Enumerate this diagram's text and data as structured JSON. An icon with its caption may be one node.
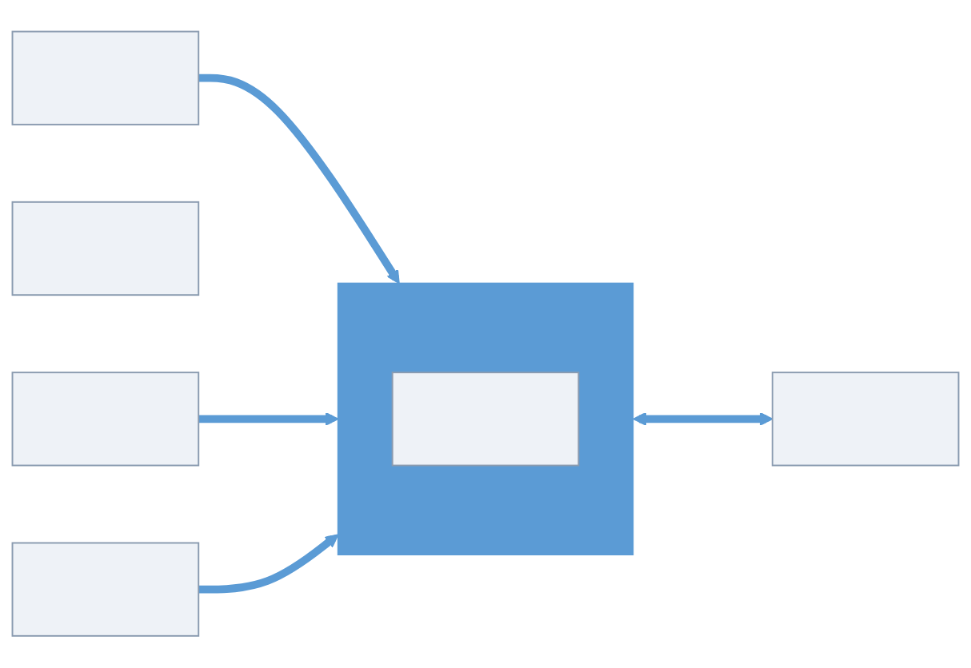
{
  "diagram": {
    "nodes": [
      {
        "text": [],
        "shape": "box"
      },
      {
        "text": [],
        "shape": "box"
      },
      {
        "text": [],
        "shape": "box",
        "in": 1
      },
      {
        "text": [],
        "shape": "box"
      },
      {
        "text": [],
        "shape": "box"
      },
      {
        "text": [],
        "shape": "box"
      },
      {
        "text": [],
        "shape": "box"
      }
    ],
    "edges": [
      {
        "from": 0,
        "to": 1,
        "arrow": "to"
      },
      {
        "from": 1,
        "to": 3,
        "arrow": "both"
      },
      {
        "from": 5,
        "to": 1,
        "arrow": "to"
      },
      {
        "from": 6,
        "to": 1,
        "arrow": "to"
      }
    ]
  }
}
